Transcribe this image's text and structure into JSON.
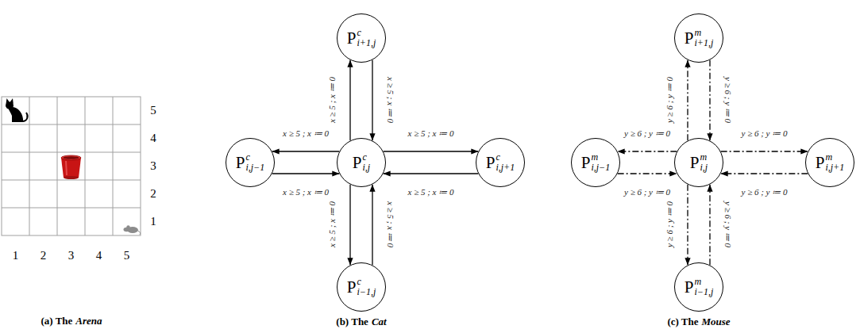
{
  "diagram": {
    "nodes": [
      {
        "text": [
          "P",
          "c",
          "i+1,j"
        ]
      },
      {
        "text": [
          "P",
          "c",
          "i,j−1"
        ]
      },
      {
        "text": [
          "P",
          "c",
          "i,j"
        ]
      },
      {
        "text": [
          "P",
          "c",
          "i,j+1"
        ]
      },
      {
        "text": [
          "P",
          "c",
          "i−1,j"
        ]
      },
      {
        "text": [
          "P",
          "m",
          "i+1,j"
        ]
      },
      {
        "text": [
          "P",
          "m",
          "i,j−1"
        ]
      },
      {
        "text": [
          "P",
          "m",
          "i,j"
        ]
      },
      {
        "text": [
          "P",
          "m",
          "i,j+1"
        ]
      },
      {
        "text": [
          "P",
          "m",
          "i−1,j"
        ]
      }
    ],
    "edges": [
      {
        "from": 2,
        "to": 0,
        "arrow": "to",
        "label": "x ≥ 5 ; x ≔ 0"
      },
      {
        "from": 0,
        "to": 2,
        "arrow": "to",
        "label": "x ≥ 5 ; x ≔ 0"
      },
      {
        "from": 2,
        "to": 1,
        "arrow": "to",
        "label": "x ≥ 5 ; x ≔ 0"
      },
      {
        "from": 1,
        "to": 2,
        "arrow": "to",
        "label": "x ≥ 5 ; x ≔ 0"
      },
      {
        "from": 2,
        "to": 3,
        "arrow": "to",
        "label": "x ≥ 5 ; x ≔ 0"
      },
      {
        "from": 3,
        "to": 2,
        "arrow": "to",
        "label": "x ≥ 5 ; x ≔ 0"
      },
      {
        "from": 2,
        "to": 4,
        "arrow": "to",
        "label": "x ≥ 5 ; x ≔ 0"
      },
      {
        "from": 4,
        "to": 2,
        "arrow": "to",
        "label": "x ≥ 5 ; x ≔ 0"
      },
      {
        "from": 7,
        "to": 5,
        "arrow": "to",
        "label": "y ≥ 6 ; y ≔ 0"
      },
      {
        "from": 5,
        "to": 7,
        "arrow": "to",
        "label": "y ≥ 6 ; y ≔ 0"
      },
      {
        "from": 7,
        "to": 6,
        "arrow": "to",
        "label": "y ≥ 6 ; y ≔ 0"
      },
      {
        "from": 6,
        "to": 7,
        "arrow": "to",
        "label": "y ≥ 6 ; y ≔ 0"
      },
      {
        "from": 7,
        "to": 8,
        "arrow": "to",
        "label": "y ≥ 6 ; y ≔ 0"
      },
      {
        "from": 8,
        "to": 7,
        "arrow": "to",
        "label": "y ≥ 6 ; y ≔ 0"
      },
      {
        "from": 7,
        "to": 9,
        "arrow": "to",
        "label": "y ≥ 6 ; y ≔ 0"
      },
      {
        "from": 9,
        "to": 7,
        "arrow": "to",
        "label": "y ≥ 6 ; y ≔ 0"
      }
    ],
    "labels": [
      "5",
      "4",
      "3",
      "2",
      "1",
      "1",
      "2",
      "3",
      "4",
      "5",
      "(a) The",
      "Arena",
      "(b) The",
      "Cat",
      "(c) The",
      "Mouse"
    ]
  }
}
